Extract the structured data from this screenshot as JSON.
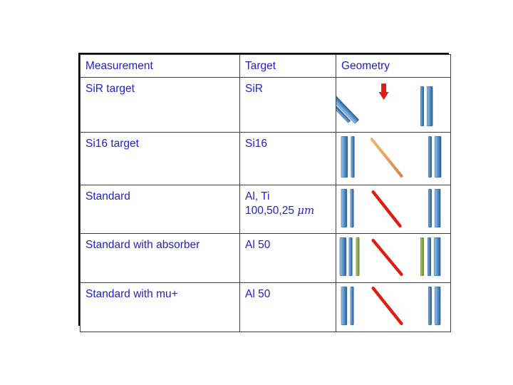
{
  "table": {
    "columns": [
      {
        "key": "measurement",
        "label": "Measurement"
      },
      {
        "key": "target",
        "label": "Target"
      },
      {
        "key": "geometry",
        "label": "Geometry"
      }
    ],
    "rows": [
      {
        "measurement": "SiR target",
        "target": "SiR",
        "geometry_id": "sir-target-geometry",
        "geometry_description": "Two tilted blue detector bars on the left with a red downward arrow above them, and two vertical blue detector bars on the right"
      },
      {
        "measurement": "Si16 target",
        "target": "Si16",
        "geometry_id": "si16-target-geometry",
        "geometry_description": "Two vertical blue detector bars on the left, an orange diagonal target line in the centre, and two vertical blue detector bars on the right"
      },
      {
        "measurement": "Standard",
        "target": "Al, Ti\n100,50,25 ",
        "target_unit": "μm",
        "geometry_id": "standard-geometry",
        "geometry_description": "Two vertical blue detector bars on the left, a red diagonal target line in the centre, and two vertical blue detector bars on the right"
      },
      {
        "measurement": "Standard with absorber",
        "target": "Al 50",
        "geometry_id": "standard-with-absorber-geometry",
        "geometry_description": "Blue, blue and green bars on the left, a red diagonal target line in the centre, and green, blue, blue bars on the right"
      },
      {
        "measurement": "Standard with mu+",
        "target": "Al 50",
        "geometry_id": "standard-with-mu-plus-geometry",
        "geometry_description": "Two vertical blue detector bars on the left, a red diagonal target line in the centre, and two vertical blue detector bars on the right"
      }
    ]
  },
  "colors": {
    "text_blue": "#2222CC",
    "detector_blue": "#4A86C8",
    "detector_blue_dark": "#2E5C8A",
    "absorber_green": "#8CA84A",
    "target_orange": "#E8A15C",
    "target_red": "#E01B18",
    "arrow_red": "#E01B18",
    "border": "#000000",
    "background": "#FFFFFF"
  }
}
